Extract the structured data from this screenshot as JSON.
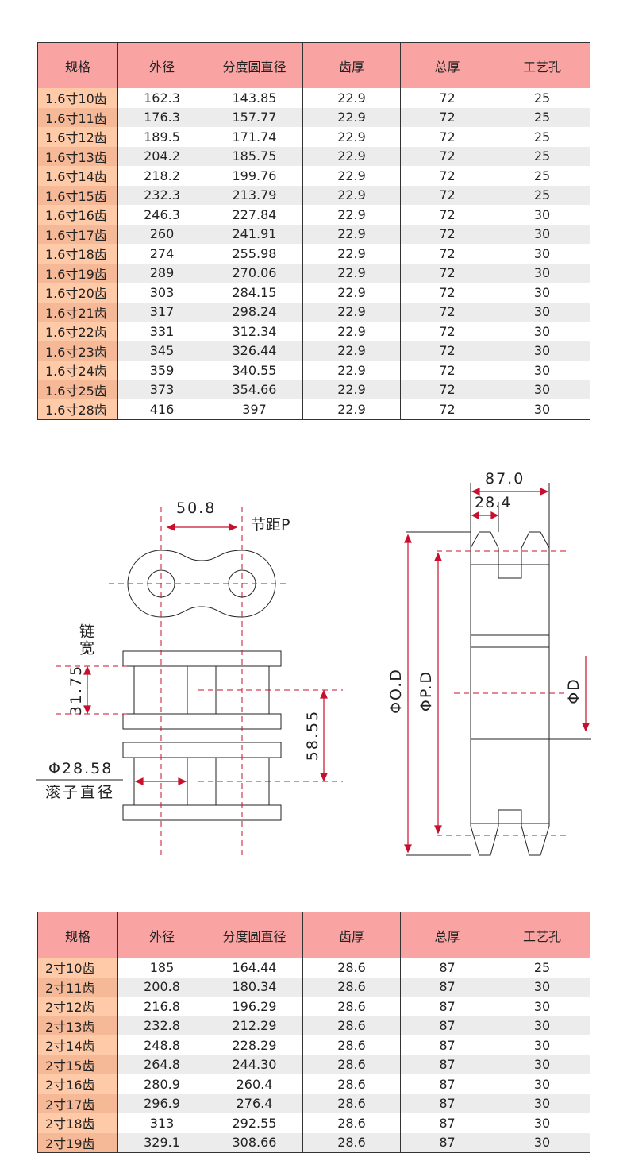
{
  "headers": [
    "规格",
    "外径",
    "分度圆直径",
    "齿厚",
    "总厚",
    "工艺孔"
  ],
  "table1": [
    [
      "1.6寸10齿",
      "162.3",
      "143.85",
      "22.9",
      "72",
      "25"
    ],
    [
      "1.6寸11齿",
      "176.3",
      "157.77",
      "22.9",
      "72",
      "25"
    ],
    [
      "1.6寸12齿",
      "189.5",
      "171.74",
      "22.9",
      "72",
      "25"
    ],
    [
      "1.6寸13齿",
      "204.2",
      "185.75",
      "22.9",
      "72",
      "25"
    ],
    [
      "1.6寸14齿",
      "218.2",
      "199.76",
      "22.9",
      "72",
      "25"
    ],
    [
      "1.6寸15齿",
      "232.3",
      "213.79",
      "22.9",
      "72",
      "25"
    ],
    [
      "1.6寸16齿",
      "246.3",
      "227.84",
      "22.9",
      "72",
      "30"
    ],
    [
      "1.6寸17齿",
      "260",
      "241.91",
      "22.9",
      "72",
      "30"
    ],
    [
      "1.6寸18齿",
      "274",
      "255.98",
      "22.9",
      "72",
      "30"
    ],
    [
      "1.6寸19齿",
      "289",
      "270.06",
      "22.9",
      "72",
      "30"
    ],
    [
      "1.6寸20齿",
      "303",
      "284.15",
      "22.9",
      "72",
      "30"
    ],
    [
      "1.6寸21齿",
      "317",
      "298.24",
      "22.9",
      "72",
      "30"
    ],
    [
      "1.6寸22齿",
      "331",
      "312.34",
      "22.9",
      "72",
      "30"
    ],
    [
      "1.6寸23齿",
      "345",
      "326.44",
      "22.9",
      "72",
      "30"
    ],
    [
      "1.6寸24齿",
      "359",
      "340.55",
      "22.9",
      "72",
      "30"
    ],
    [
      "1.6寸25齿",
      "373",
      "354.66",
      "22.9",
      "72",
      "30"
    ],
    [
      "1.6寸28齿",
      "416",
      "397",
      "22.9",
      "72",
      "30"
    ]
  ],
  "table2": [
    [
      "2寸10齿",
      "185",
      "164.44",
      "28.6",
      "87",
      "25"
    ],
    [
      "2寸11齿",
      "200.8",
      "180.34",
      "28.6",
      "87",
      "30"
    ],
    [
      "2寸12齿",
      "216.8",
      "196.29",
      "28.6",
      "87",
      "30"
    ],
    [
      "2寸13齿",
      "232.8",
      "212.29",
      "28.6",
      "87",
      "30"
    ],
    [
      "2寸14齿",
      "248.8",
      "228.29",
      "28.6",
      "87",
      "30"
    ],
    [
      "2寸15齿",
      "264.8",
      "244.30",
      "28.6",
      "87",
      "30"
    ],
    [
      "2寸16齿",
      "280.9",
      "260.4",
      "28.6",
      "87",
      "30"
    ],
    [
      "2寸17齿",
      "296.9",
      "276.4",
      "28.6",
      "87",
      "30"
    ],
    [
      "2寸18齿",
      "313",
      "292.55",
      "28.6",
      "87",
      "30"
    ],
    [
      "2寸19齿",
      "329.1",
      "308.66",
      "28.6",
      "87",
      "30"
    ]
  ],
  "diagram": {
    "pitch_value": "50.8",
    "pitch_label": "节距P",
    "chain_width_label": "链宽",
    "inner_width_value": "31.75",
    "row_spacing_value": "58.55",
    "roller_diameter_value": "Φ28.58",
    "roller_diameter_label": "滚子直径",
    "total_thickness_value": "87.0",
    "tooth_thickness_value": "28.4",
    "outer_diameter_label": "ΦO.D",
    "pitch_diameter_label": "ΦP.D",
    "bore_diameter_label": "ΦD",
    "accent_color": "#c8102e"
  }
}
